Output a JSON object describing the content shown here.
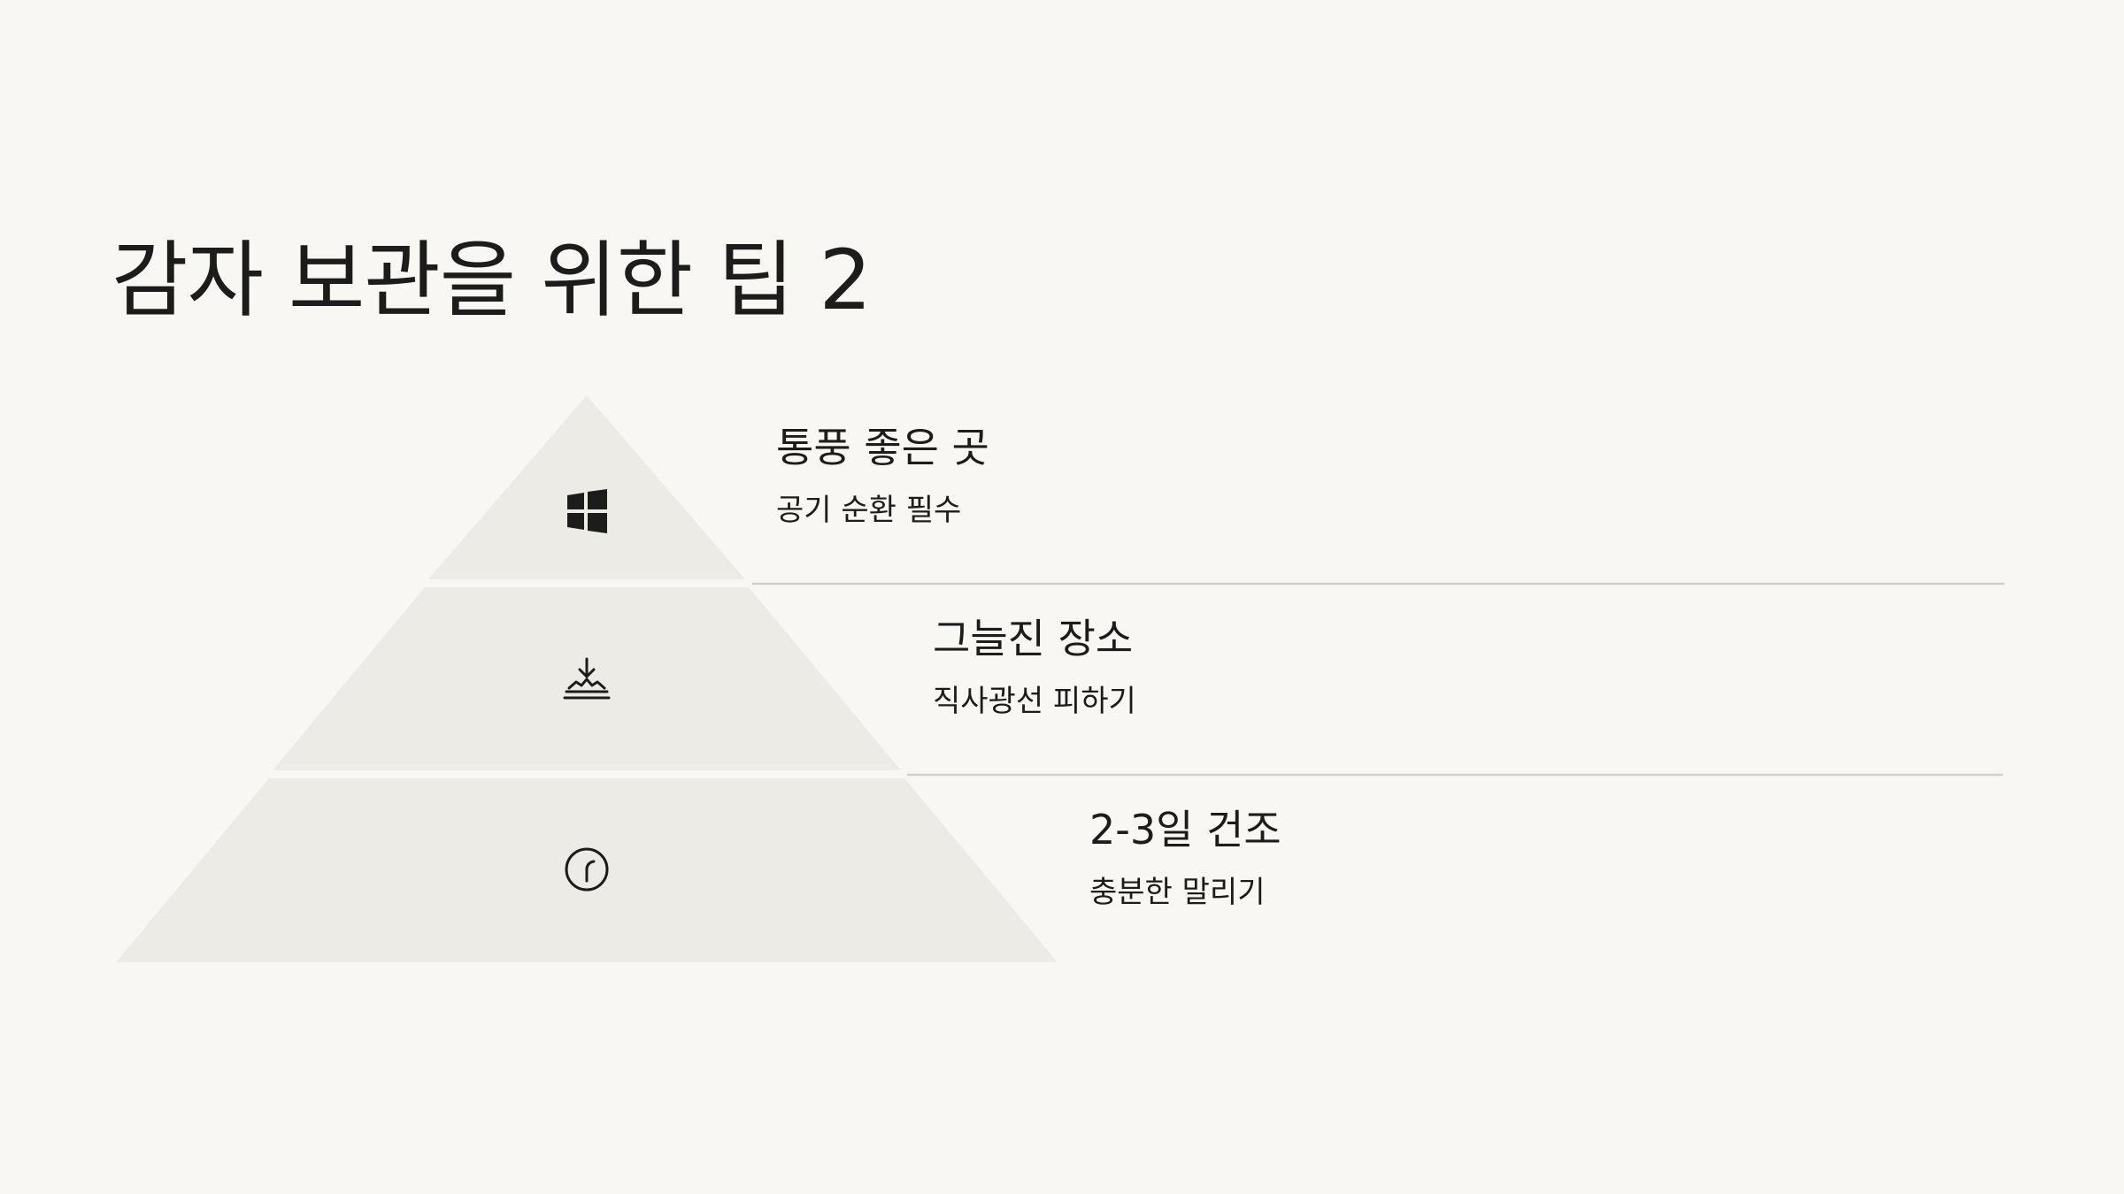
{
  "slide": {
    "title": "감자 보관을 위한 팁 2"
  },
  "tiers": [
    {
      "heading": "통풍 좋은 곳",
      "description": "공기 순환 필수",
      "icon": "windows-icon"
    },
    {
      "heading": "그늘진 장소",
      "description": "직사광선 피하기",
      "icon": "sunset-icon"
    },
    {
      "heading": "2-3일 건조",
      "description": "충분한 말리기",
      "icon": "clock-icon"
    }
  ],
  "colors": {
    "background": "#f8f7f4",
    "tier_fill": "#edebe5",
    "divider": "#d2d0cb",
    "text": "#1c1c1a"
  }
}
